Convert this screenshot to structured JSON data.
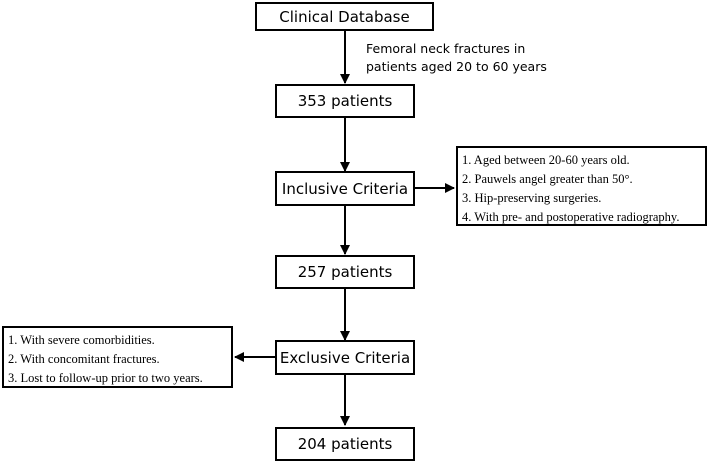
{
  "boxes": {
    "database": "Clinical Database",
    "initial_count": "353 patients",
    "inclusive": "Inclusive Criteria",
    "after_inclusion": "257 patients",
    "exclusive": "Exclusive Criteria",
    "final_count": "204 patients"
  },
  "arrow_note": {
    "line1": "Femoral neck fractures in",
    "line2": "patients aged 20 to 60 years"
  },
  "inclusion_criteria": [
    "1. Aged between 20-60 years old.",
    "2. Pauwels angel greater than 50°.",
    "3. Hip-preserving surgeries.",
    "4. With pre- and postoperative radiography."
  ],
  "exclusion_criteria": [
    "1. With severe comorbidities.",
    "2. With concomitant fractures.",
    "3. Lost to follow-up prior to two years."
  ]
}
